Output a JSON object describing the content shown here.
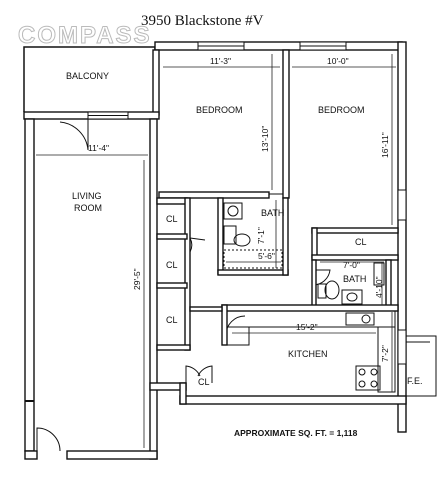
{
  "watermark": "COMPASS",
  "title": "3950 Blackstone #V",
  "rooms": {
    "balcony": "BALCONY",
    "living_line1": "LIVING",
    "living_line2": "ROOM",
    "bedroom1": "BEDROOM",
    "bedroom2": "BEDROOM",
    "bath1": "BATH",
    "bath2": "BATH",
    "kitchen": "KITCHEN",
    "closet": "CL",
    "fe": "F.E."
  },
  "dimensions": {
    "bedroom1_width": "11'-3\"",
    "bedroom1_depth": "13'-10\"",
    "bedroom2_width": "10'-0\"",
    "bedroom2_depth": "16'-11\"",
    "living_width": "11'-4\"",
    "living_depth": "29'-5\"",
    "bath1_depth": "7'-1\"",
    "bath1_width": "5'-6\"",
    "bath2_width": "7'-0\"",
    "bath2_depth": "4'-10\"",
    "kitchen_width": "15'-2\"",
    "kitchen_depth": "7'-2\""
  },
  "footer": "APPROXIMATE SQ. FT. = 1,118"
}
